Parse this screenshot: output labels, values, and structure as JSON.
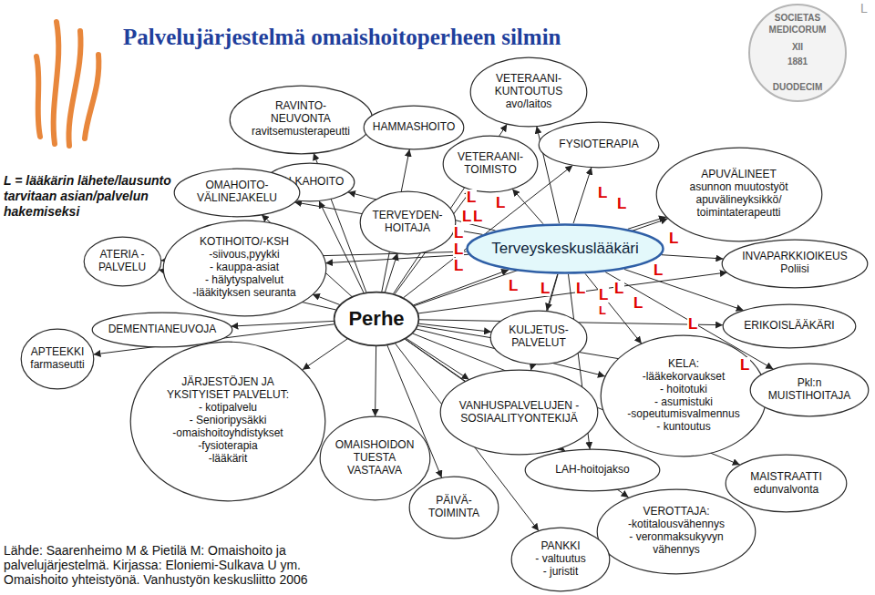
{
  "diagram": {
    "title": "Palvelujärjestelmä omaishoitoperheen silmin",
    "caption": "Lähde: Saarenheimo M & Pietilä M: Omaishoito ja palvelujärjestelmä. Kirjassa: Eloniemi-Sulkava U ym. Omaishoito yhteistyönä. Vanhustyön keskusliitto 2006",
    "nodes": [
      {
        "text": [
          "RAVINTO- NEUVONTA",
          "ravitsemusterapeutti"
        ]
      },
      {
        "text": [
          "HAMMASHOITO"
        ]
      },
      {
        "text": [
          "VETERAANI- KUNTOUTUS",
          "avo/laitos"
        ]
      },
      {
        "text": [
          "FYSIOTERAPIA"
        ]
      },
      {
        "text": [
          "VETERAANI- TOIMISTO"
        ]
      },
      {
        "text": [
          "JALKAHOITO"
        ]
      },
      {
        "text": [
          "APUVÄLINEET",
          "asunnon muutostyöt",
          "apuvälineyksikkö/ toimintaterapeutti"
        ]
      },
      {
        "text": [
          "OMAHOITO- VÄLINEJAKELU"
        ]
      },
      {
        "text": [
          "TERVEYDEN- HOITAJA"
        ]
      },
      {
        "text": [
          "Terveyskeskuslääkäri"
        ]
      },
      {
        "text": [
          "ATERIA - PALVELU"
        ]
      },
      {
        "text": [
          "KOTIHOITO/-KSH",
          "-siivous,pyykki",
          "- kauppa-asiat",
          "- hälytyspalvelut",
          "-lääkityksen seuranta"
        ]
      },
      {
        "text": [
          "INVAPARKKIOIKEUS",
          "Poliisi"
        ]
      },
      {
        "text": [
          "DEMENTIANEUVOJA"
        ]
      },
      {
        "text": [
          "Perhe"
        ]
      },
      {
        "text": [
          "APTEEKKI",
          "farmaseutti"
        ]
      },
      {
        "text": [
          "KULJETUS- PALVELUT"
        ]
      },
      {
        "text": [
          "ERIKOISLÄÄKÄRI"
        ]
      },
      {
        "text": [
          "JÄRJESTÖJEN JA YKSITYISET PALVELUT:",
          "- kotipalvelu",
          "- Senioripysäkki",
          "-omaishoitoyhdistykset",
          "-fysioterapia",
          "-lääkärit"
        ]
      },
      {
        "text": [
          "KELA:",
          "-lääkekorvaukset",
          "- hoitotuki",
          "- asumistuki",
          "-sopeutumisvalmennus",
          "- kuntoutus"
        ]
      },
      {
        "text": [
          "Pkl:n",
          "MUISTIHOITAJA"
        ]
      },
      {
        "text": [
          "VANHUSPALVELUJEN -SOSIAALITYONTEKIJÄ"
        ]
      },
      {
        "text": [
          "OMAISHOIDON TUESTA VASTAAVA"
        ]
      },
      {
        "text": [
          "LAH-hoitojakso"
        ]
      },
      {
        "text": [
          "PÄIVÄ- TOIMINTA"
        ]
      },
      {
        "text": [
          "MAISTRAATTI",
          "edunvalvonta"
        ]
      },
      {
        "text": [
          "VEROTTAJA:",
          "-kotitalousvähennys",
          "- veronmaksukyvyn vähennys"
        ]
      },
      {
        "text": [
          "PANKKI",
          "- valtuutus",
          "- juristit"
        ]
      }
    ],
    "edges": [
      {
        "from": 14,
        "to": 0,
        "arrow": "to"
      },
      {
        "from": 14,
        "to": 1,
        "arrow": "to"
      },
      {
        "from": 14,
        "to": 2,
        "arrow": "to"
      },
      {
        "from": 14,
        "to": 3,
        "arrow": "to"
      },
      {
        "from": 14,
        "to": 4,
        "arrow": "to"
      },
      {
        "from": 14,
        "to": 5,
        "arrow": "to"
      },
      {
        "from": 14,
        "to": 6,
        "arrow": "to"
      },
      {
        "from": 14,
        "to": 7,
        "arrow": "to"
      },
      {
        "from": 14,
        "to": 8,
        "arrow": "to"
      },
      {
        "from": 14,
        "to": 9,
        "arrow": "to"
      },
      {
        "from": 14,
        "to": 10,
        "arrow": "to"
      },
      {
        "from": 14,
        "to": 11,
        "arrow": "to"
      },
      {
        "from": 14,
        "to": 12,
        "arrow": "to"
      },
      {
        "from": 14,
        "to": 13,
        "arrow": "to"
      },
      {
        "from": 14,
        "to": 15,
        "arrow": "to"
      },
      {
        "from": 14,
        "to": 16,
        "arrow": "to"
      },
      {
        "from": 14,
        "to": 17,
        "arrow": "to"
      },
      {
        "from": 14,
        "to": 18,
        "arrow": "to"
      },
      {
        "from": 14,
        "to": 19,
        "arrow": "to"
      },
      {
        "from": 14,
        "to": 20,
        "arrow": "to"
      },
      {
        "from": 14,
        "to": 21,
        "arrow": "to"
      },
      {
        "from": 14,
        "to": 22,
        "arrow": "to"
      },
      {
        "from": 14,
        "to": 23,
        "arrow": "to"
      },
      {
        "from": 14,
        "to": 24,
        "arrow": "to"
      },
      {
        "from": 14,
        "to": 25,
        "arrow": "to"
      },
      {
        "from": 14,
        "to": 26,
        "arrow": "to"
      },
      {
        "from": 14,
        "to": 27,
        "arrow": "to"
      },
      {
        "from": 9,
        "to": 2,
        "arrow": "to"
      },
      {
        "from": 9,
        "to": 4,
        "arrow": "to"
      },
      {
        "from": 9,
        "to": 3,
        "arrow": "to"
      },
      {
        "from": 9,
        "to": 6,
        "arrow": "to"
      },
      {
        "from": 9,
        "to": 12,
        "arrow": "to"
      },
      {
        "from": 9,
        "to": 17,
        "arrow": "to"
      },
      {
        "from": 9,
        "to": 20,
        "arrow": "to"
      },
      {
        "from": 9,
        "to": 19,
        "arrow": "to"
      },
      {
        "from": 9,
        "to": 23,
        "arrow": "to"
      },
      {
        "from": 9,
        "to": 21,
        "arrow": "to"
      },
      {
        "from": 9,
        "to": 16,
        "arrow": "to"
      },
      {
        "from": 9,
        "to": 11,
        "arrow": "to"
      },
      {
        "from": 9,
        "to": 10,
        "arrow": "to"
      },
      {
        "from": 9,
        "to": 7,
        "arrow": "to"
      },
      {
        "from": 9,
        "to": 5,
        "arrow": "to"
      }
    ],
    "labels": [
      "L = lääkärin lähete/lausunto tarvitaan asian/palvelun hakemiseksi",
      "L",
      "L",
      "L",
      "L",
      "L",
      "L",
      "L",
      "L",
      "L",
      "L",
      "L",
      "L",
      "L",
      "L",
      "L",
      "L",
      "L",
      "L",
      "L",
      "L",
      "SOCIETAS",
      "MEDICORUM",
      "XII",
      "1881",
      "DUODECIM",
      "L"
    ]
  }
}
